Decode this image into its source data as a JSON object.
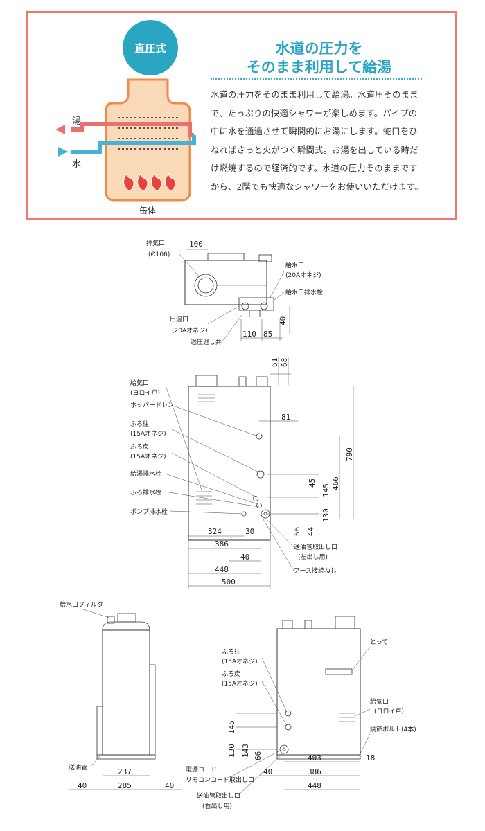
{
  "intro": {
    "badge": "直圧式",
    "heading_line1": "水道の圧力を",
    "heading_line2": "そのまま利用して給湯",
    "body": "水道の圧力をそのまま利用して給湯。水道圧そのままで、たっぷりの快適シャワーが楽しめます。パイプの中に水を通過させて瞬間的にお湯にします。蛇口をひねればさっと火がつく瞬間式。お湯を出している時だけ燃焼するので経済的です。水道の圧力そのままですから、2階でも快適なシャワーをお使いいただけます。",
    "label_hot": "湯",
    "label_water": "水",
    "label_body": "缶体"
  },
  "colors": {
    "accent_teal": "#2aa5c2",
    "border_coral": "#ec7b6d",
    "tank_fill": "#f9d9b8",
    "tank_stroke": "#ef8a4a",
    "hot_pipe": "#e8716b",
    "cold_pipe": "#43b3d8"
  },
  "top_view": {
    "exhaust_label": "排気口",
    "exhaust_dia": "(Ø106)",
    "dim_100": "100",
    "water_inlet": "給水口",
    "water_inlet_spec": "(20Aオネジ)",
    "inlet_drain": "給水口排水栓",
    "hot_outlet": "出湯口",
    "hot_outlet_spec": "(20Aオネジ)",
    "relief_valve": "過圧逃し弁",
    "dim_110": "110",
    "dim_85": "85",
    "dim_40": "40"
  },
  "front_view": {
    "air_inlet": "給気口",
    "air_inlet_spec": "(ヨロイ戸)",
    "hopper_drain": "ホッパードレン",
    "bath_go": "ふろ往",
    "bath_go_spec": "(15Aオネジ)",
    "bath_return": "ふろ戻",
    "bath_return_spec": "(15Aオネジ)",
    "supply_drain": "給湯排水栓",
    "bath_drain": "ふろ排水栓",
    "pump_drain": "ポンプ排水栓",
    "oil_pipe_outlet": "送油管取出し口",
    "oil_pipe_side": "(左出し用)",
    "earth_screw": "アース接続ねじ",
    "dims": {
      "d61": "61",
      "d68": "68",
      "d81": "81",
      "d790": "790",
      "d466": "466",
      "d45": "45",
      "d145": "145",
      "d130": "130",
      "d66": "66",
      "d44": "44",
      "d324": "324",
      "d30": "30",
      "d386": "386",
      "d40": "40",
      "d448": "448",
      "d500": "500"
    }
  },
  "left_view": {
    "inlet_filter": "給水口フィルタ",
    "oil_pipe": "送油管",
    "dims": {
      "d237": "237",
      "d285": "285",
      "d40a": "40",
      "d40b": "40"
    }
  },
  "right_view": {
    "bath_go": "ふろ往",
    "bath_go_spec": "(15Aオネジ)",
    "bath_return": "ふろ戻",
    "bath_return_spec": "(15Aオネジ)",
    "handle": "とって",
    "air_inlet": "給気口",
    "air_inlet_spec": "(ヨロイ戸)",
    "adjust_bolt": "調節ボルト(4本)",
    "power_cord": "電源コード",
    "remote_outlet": "リモコンコード取出し口",
    "oil_pipe_outlet": "送油管取出し口",
    "oil_pipe_side": "(右出し用)",
    "dims": {
      "d145": "145",
      "d130": "130",
      "d143": "143",
      "d66": "66",
      "d403": "403",
      "d18": "18",
      "d40": "40",
      "d386": "386",
      "d448": "448"
    }
  }
}
